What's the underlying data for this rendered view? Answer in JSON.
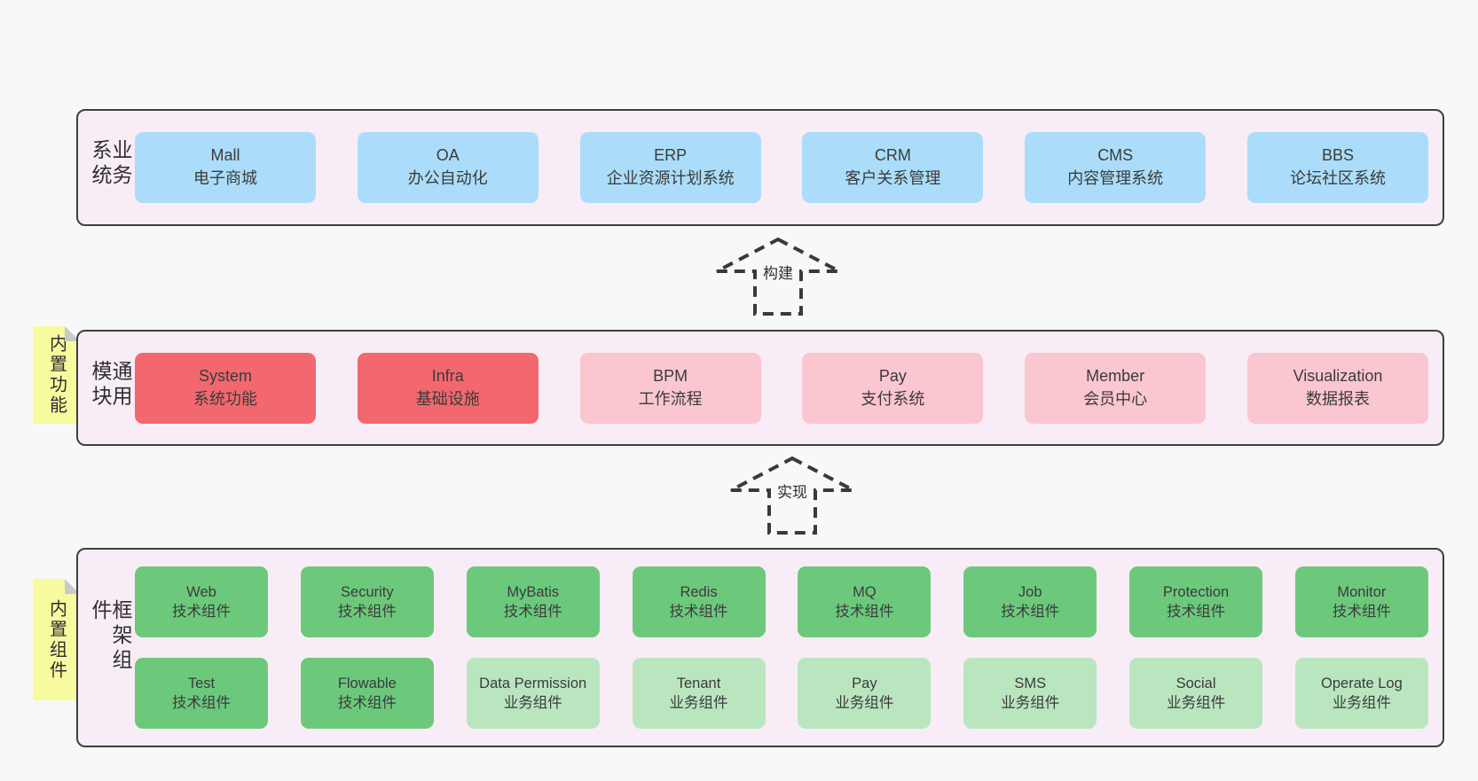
{
  "palette": {
    "page_bg": "#f8f8f8",
    "band_bg": "#f8edf6",
    "band_border": "#3f3f3f",
    "blue": "#abddfa",
    "red": "#f2686e",
    "pink": "#fac6d0",
    "green": "#6cc97c",
    "lightgreen": "#bae6bf",
    "sticky_yellow": "#f8fa9f",
    "sticky_fold": "#c9c9c9",
    "text": "#3b3b3b"
  },
  "bands": [
    {
      "label": "业务系统",
      "boxes": [
        {
          "title": "Mall",
          "subtitle": "电子商城",
          "variant": "blue"
        },
        {
          "title": "OA",
          "subtitle": "办公自动化",
          "variant": "blue"
        },
        {
          "title": "ERP",
          "subtitle": "企业资源计划系统",
          "variant": "blue"
        },
        {
          "title": "CRM",
          "subtitle": "客户关系管理",
          "variant": "blue"
        },
        {
          "title": "CMS",
          "subtitle": "内容管理系统",
          "variant": "blue"
        },
        {
          "title": "BBS",
          "subtitle": "论坛社区系统",
          "variant": "blue"
        }
      ]
    },
    {
      "label": "通用模块",
      "sticky": "内置功能",
      "boxes": [
        {
          "title": "System",
          "subtitle": "系统功能",
          "variant": "red"
        },
        {
          "title": "Infra",
          "subtitle": "基础设施",
          "variant": "red"
        },
        {
          "title": "BPM",
          "subtitle": "工作流程",
          "variant": "pink"
        },
        {
          "title": "Pay",
          "subtitle": "支付系统",
          "variant": "pink"
        },
        {
          "title": "Member",
          "subtitle": "会员中心",
          "variant": "pink"
        },
        {
          "title": "Visualization",
          "subtitle": "数据报表",
          "variant": "pink"
        }
      ]
    },
    {
      "label": "框架组件",
      "sticky": "内置组件",
      "rows": [
        [
          {
            "title": "Web",
            "subtitle": "技术组件",
            "variant": "green"
          },
          {
            "title": "Security",
            "subtitle": "技术组件",
            "variant": "green"
          },
          {
            "title": "MyBatis",
            "subtitle": "技术组件",
            "variant": "green"
          },
          {
            "title": "Redis",
            "subtitle": "技术组件",
            "variant": "green"
          },
          {
            "title": "MQ",
            "subtitle": "技术组件",
            "variant": "green"
          },
          {
            "title": "Job",
            "subtitle": "技术组件",
            "variant": "green"
          },
          {
            "title": "Protection",
            "subtitle": "技术组件",
            "variant": "green"
          },
          {
            "title": "Monitor",
            "subtitle": "技术组件",
            "variant": "green"
          }
        ],
        [
          {
            "title": "Test",
            "subtitle": "技术组件",
            "variant": "green"
          },
          {
            "title": "Flowable",
            "subtitle": "技术组件",
            "variant": "green"
          },
          {
            "title": "Data Permission",
            "subtitle": "业务组件",
            "variant": "lightgreen"
          },
          {
            "title": "Tenant",
            "subtitle": "业务组件",
            "variant": "lightgreen"
          },
          {
            "title": "Pay",
            "subtitle": "业务组件",
            "variant": "lightgreen"
          },
          {
            "title": "SMS",
            "subtitle": "业务组件",
            "variant": "lightgreen"
          },
          {
            "title": "Social",
            "subtitle": "业务组件",
            "variant": "lightgreen"
          },
          {
            "title": "Operate Log",
            "subtitle": "业务组件",
            "variant": "lightgreen"
          }
        ]
      ]
    }
  ],
  "arrows": [
    {
      "label": "构建"
    },
    {
      "label": "实现"
    }
  ]
}
